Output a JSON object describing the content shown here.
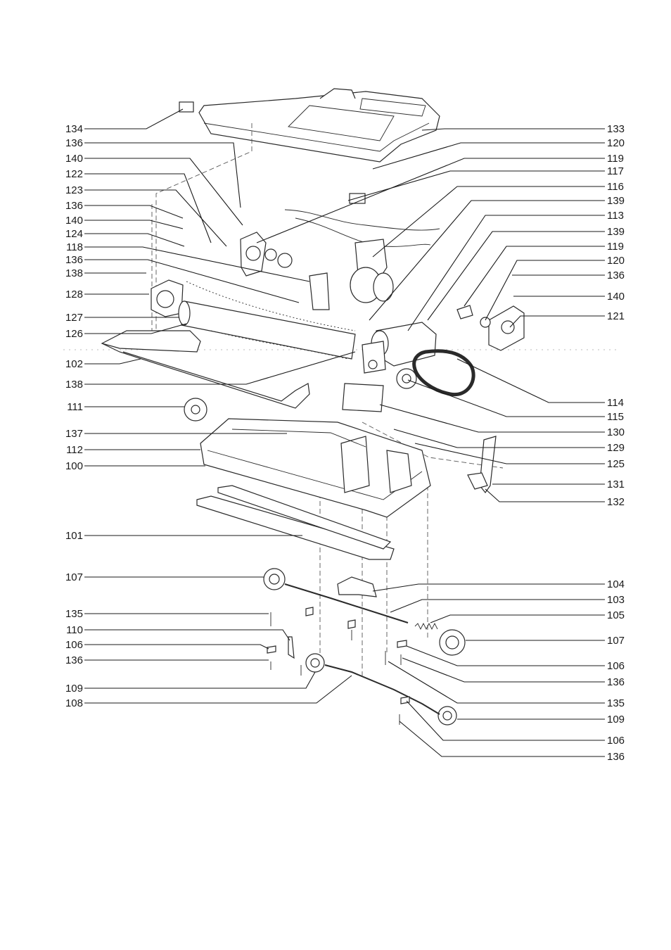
{
  "left_labels": [
    "134",
    "136",
    "140",
    "122",
    "123",
    "136",
    "140",
    "124",
    "118",
    "136",
    "138",
    "128",
    "127",
    "126",
    "102",
    "138",
    "111",
    "137",
    "112",
    "100",
    "101",
    "107",
    "135",
    "110",
    "106",
    "136",
    "109",
    "108"
  ],
  "right_labels": [
    "133",
    "120",
    "119",
    "117",
    "116",
    "139",
    "113",
    "139",
    "119",
    "120",
    "136",
    "140",
    "121",
    "114",
    "115",
    "130",
    "129",
    "125",
    "131",
    "132",
    "104",
    "103",
    "105",
    "107",
    "106",
    "136",
    "135",
    "109",
    "106",
    "136"
  ]
}
